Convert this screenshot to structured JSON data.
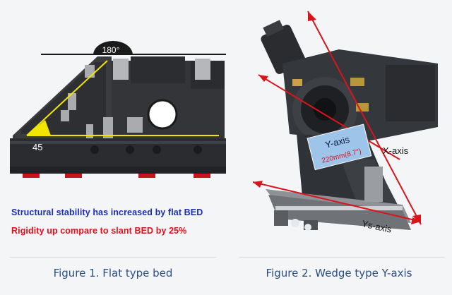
{
  "figure1": {
    "angle_top": "180°",
    "angle_bottom": "45",
    "note_line1": "Structural stability has increased by flat BED",
    "note_line2": "Rigidity up compare to slant BED by 25%",
    "caption": "Figure 1. Flat type bed"
  },
  "figure2": {
    "y_axis_label": "Y-axis",
    "y_axis_value": "220mm(8.7\")",
    "x_axis_label": "X-axis",
    "ys_axis_label": "Ys-axis",
    "caption": "Figure 2. Wedge type Y-axis"
  },
  "colors": {
    "background": "#f4f5f7",
    "machine_dark": "#2b2d30",
    "guide_yellow": "#f2e600",
    "axis_red": "#d9141c",
    "note_blue": "#1a2fb5",
    "note_red": "#e0101a",
    "caption_blue": "#2b4f86",
    "label_box": "#9ec4ea"
  }
}
